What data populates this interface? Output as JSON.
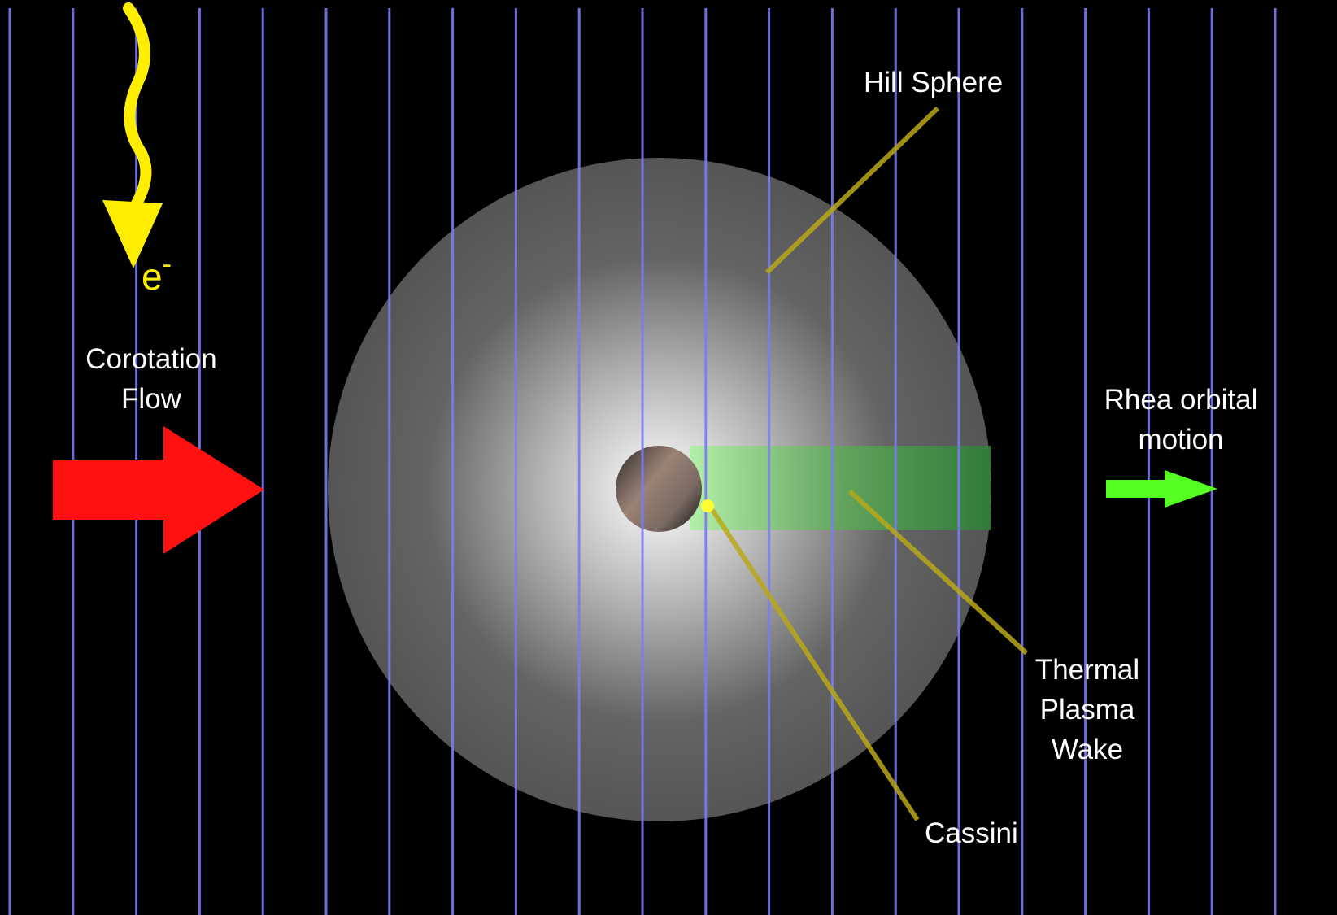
{
  "labels": {
    "hill_sphere": "Hill Sphere",
    "corotation_line1": "Corotation",
    "corotation_line2": "Flow",
    "rhea_line1": "Rhea orbital",
    "rhea_line2": "motion",
    "wake_line1": "Thermal",
    "wake_line2": "Plasma",
    "wake_line3": "Wake",
    "cassini": "Cassini",
    "electron": "e",
    "electron_charge": "-"
  },
  "colors": {
    "background": "#000000",
    "field_lines": "#7b7bf5",
    "electron_arrow": "#ffee00",
    "corotation_arrow": "#ff1111",
    "rhea_arrow": "#55ff22",
    "wake": "#4caf50",
    "leader_lines": "#b8a81a",
    "cassini_dot": "#ffff33",
    "moon": "#8a7468",
    "text": "#ffffff"
  },
  "icons": {
    "electron_arrow": "wavy-down-arrow-icon",
    "corotation_arrow": "right-block-arrow-icon",
    "rhea_arrow": "right-arrow-icon"
  }
}
